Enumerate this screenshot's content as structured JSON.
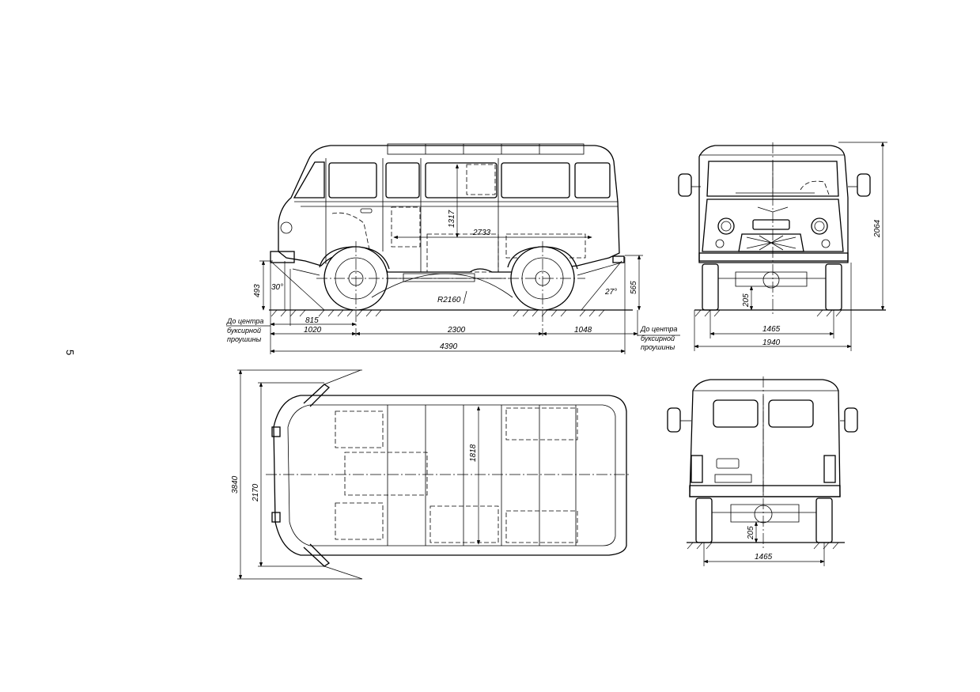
{
  "page_number": "5",
  "side_view": {
    "dims": {
      "front_overhang_to_hitch": "815",
      "front_overhang": "1020",
      "wheelbase": "2300",
      "rear_overhang": "1048",
      "overall_length": "4390",
      "body_height": "1317",
      "interior_length": "2733",
      "front_hitch_height": "493",
      "rear_hitch_height": "565",
      "approach_angle": "30°",
      "departure_angle": "27°",
      "ramp_radius": "R2160"
    },
    "notes": {
      "front_tow_line1": "До центра",
      "front_tow_line2": "буксирной",
      "front_tow_line3": "проушины",
      "rear_tow_line1": "До центра",
      "rear_tow_line2": "буксирной",
      "rear_tow_line3": "проушины"
    }
  },
  "front_view": {
    "dims": {
      "overall_height": "2064",
      "ground_clearance": "205",
      "track": "1465",
      "overall_width": "1940"
    }
  },
  "top_view": {
    "dims": {
      "width_doors_open": "3840",
      "width_mirrors": "2170",
      "interior_width": "1818"
    }
  },
  "rear_view": {
    "dims": {
      "ground_clearance": "205",
      "track": "1465"
    }
  }
}
